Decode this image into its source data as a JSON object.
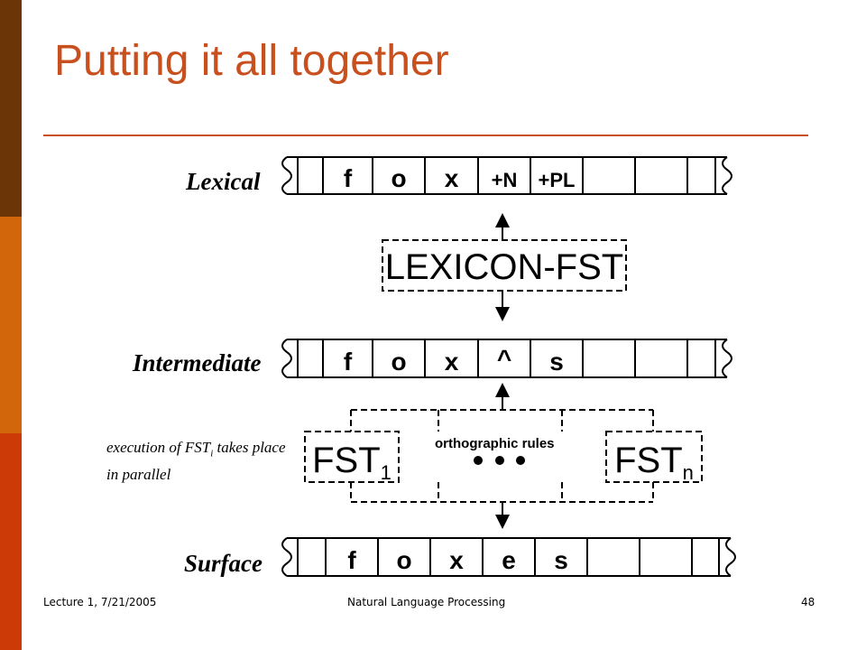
{
  "slide": {
    "title": "Putting it all together",
    "sidebar_colors": [
      "#6b3508",
      "#d2660a",
      "#cc3a08"
    ],
    "accent_color": "#c8501e"
  },
  "tapes": [
    {
      "label": "Lexical",
      "cells": [
        "f",
        "o",
        "x",
        "+N",
        "+PL",
        "",
        "",
        ""
      ]
    },
    {
      "label": "Intermediate",
      "cells": [
        "f",
        "o",
        "x",
        "^",
        "s",
        "",
        "",
        ""
      ]
    },
    {
      "label": "Surface",
      "cells": [
        "f",
        "o",
        "x",
        "e",
        "s",
        "",
        "",
        ""
      ]
    }
  ],
  "lexicon_fst": {
    "label": "LEXICON-FST"
  },
  "orthographic": {
    "label": "orthographic rules",
    "fst_first": {
      "name": "FST",
      "sub": "1"
    },
    "fst_last": {
      "name": "FST",
      "sub": "n"
    }
  },
  "note": {
    "before": "execution of FST",
    "sub": "i",
    "after": " takes place in parallel"
  },
  "footer": {
    "left": "Lecture 1, 7/21/2005",
    "center": "Natural Language Processing",
    "right": "48"
  }
}
